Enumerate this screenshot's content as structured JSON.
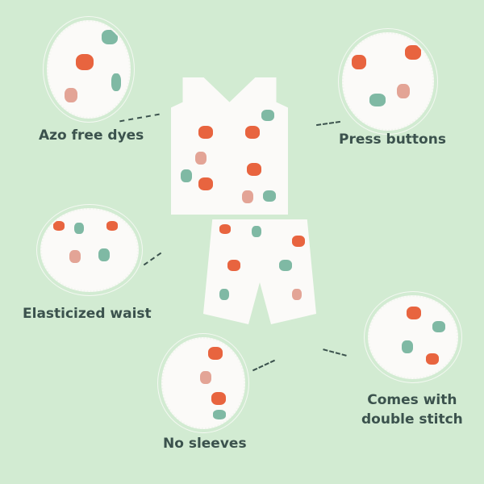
{
  "features": [
    {
      "label": "Azo free dyes"
    },
    {
      "label": "Press buttons"
    },
    {
      "label": "Elasticized waist"
    },
    {
      "label": "No sleeves"
    },
    {
      "label": "Comes with\ndouble stitch"
    }
  ],
  "colors": {
    "background": "#d2ebd2",
    "text": "#3b524d",
    "fox": "#e8643f",
    "green": "#7fb9a4",
    "pink": "#e3a496"
  }
}
